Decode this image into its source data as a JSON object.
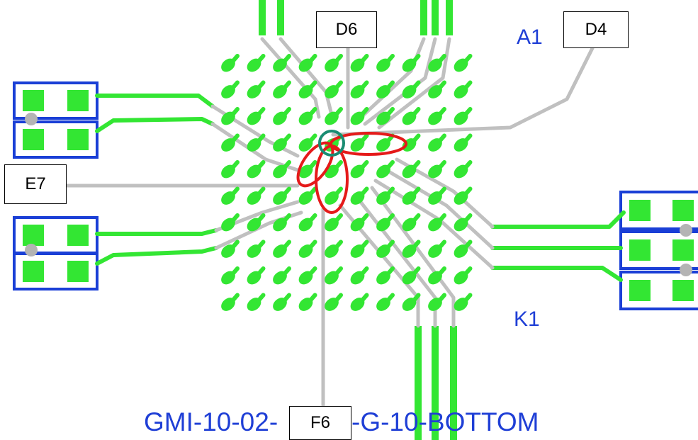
{
  "colors": {
    "copper": "#33e633",
    "trace": "#c0c0c0",
    "via": "#b4b4b4",
    "silkscreen": "#1f3fd6",
    "highlight_red": "#e51a1a",
    "highlight_teal": "#1a8c73"
  },
  "silkscreen": {
    "pin_a1": "A1",
    "pin_k1": "K1",
    "board_name": "GMI-10-02-",
    "board_name_tail": "-G-10-BOTTOM"
  },
  "callouts": {
    "d6": "D6",
    "d4": "D4",
    "e7": "E7",
    "f6": "F6"
  },
  "bga": {
    "rows": 10,
    "cols": 10
  }
}
